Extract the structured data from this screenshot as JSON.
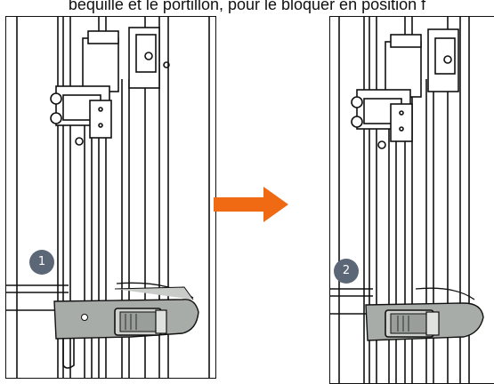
{
  "caption": "béquille et le portillon, pour le bloquer en position f",
  "panels": [
    {
      "step": "1",
      "state": "strap-open"
    },
    {
      "step": "2",
      "state": "strap-closed"
    }
  ],
  "colors": {
    "arrow": "#f06a14",
    "step_badge": "#5b6677",
    "strap": "#a8aca8",
    "line": "#111111"
  },
  "icons": {
    "transition": "right-arrow-icon"
  }
}
